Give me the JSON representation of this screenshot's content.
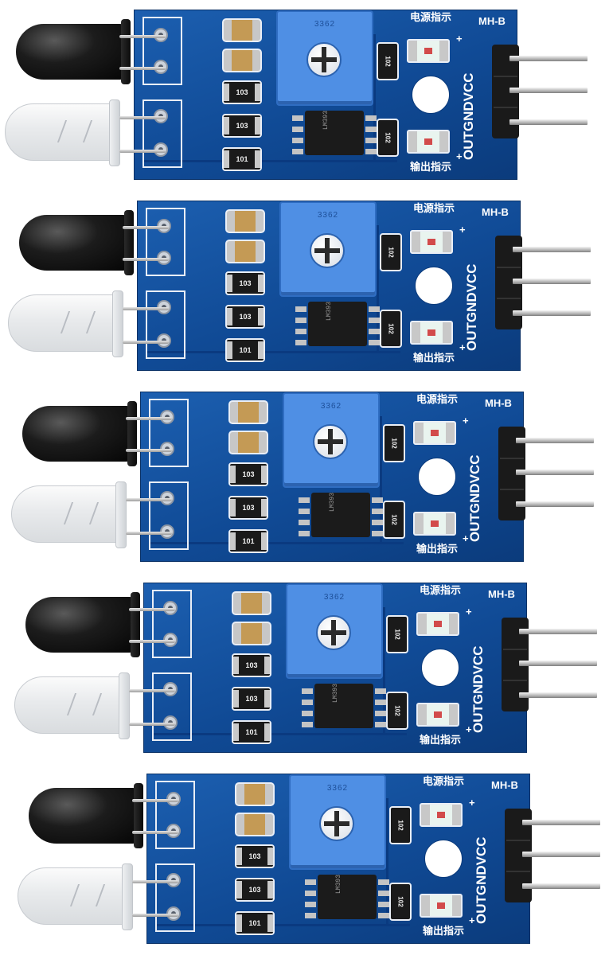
{
  "modules": [
    {
      "model": "MH-B",
      "power_indicator": "电源指示",
      "output_indicator": "输出指示",
      "pins": "OUTGNDVCC",
      "pot_code": "3362",
      "ic": "LM393",
      "resistor_a": "103",
      "resistor_b": "103",
      "resistor_c": "101",
      "resistor_small": "102"
    },
    {
      "model": "MH-B",
      "power_indicator": "电源指示",
      "output_indicator": "输出指示",
      "pins": "OUTGNDVCC",
      "pot_code": "3362",
      "ic": "LM393",
      "resistor_a": "103",
      "resistor_b": "103",
      "resistor_c": "101",
      "resistor_small": "102"
    },
    {
      "model": "MH-B",
      "power_indicator": "电源指示",
      "output_indicator": "输出指示",
      "pins": "OUTGNDVCC",
      "pot_code": "3362",
      "ic": "LM393",
      "resistor_a": "103",
      "resistor_b": "103",
      "resistor_c": "101",
      "resistor_small": "102"
    },
    {
      "model": "MH-B",
      "power_indicator": "电源指示",
      "output_indicator": "输出指示",
      "pins": "OUTGNDVCC",
      "pot_code": "3362",
      "ic": "LM393",
      "resistor_a": "103",
      "resistor_b": "103",
      "resistor_c": "101",
      "resistor_small": "102"
    },
    {
      "model": "MH-B",
      "power_indicator": "电源指示",
      "output_indicator": "输出指示",
      "pins": "OUTGNDVCC",
      "pot_code": "3362",
      "ic": "LM393",
      "resistor_a": "103",
      "resistor_b": "103",
      "resistor_c": "101",
      "resistor_small": "102"
    }
  ],
  "colors": {
    "pcb": "#1458a8",
    "pot": "#4f8fe4",
    "background": "#ffffff"
  }
}
